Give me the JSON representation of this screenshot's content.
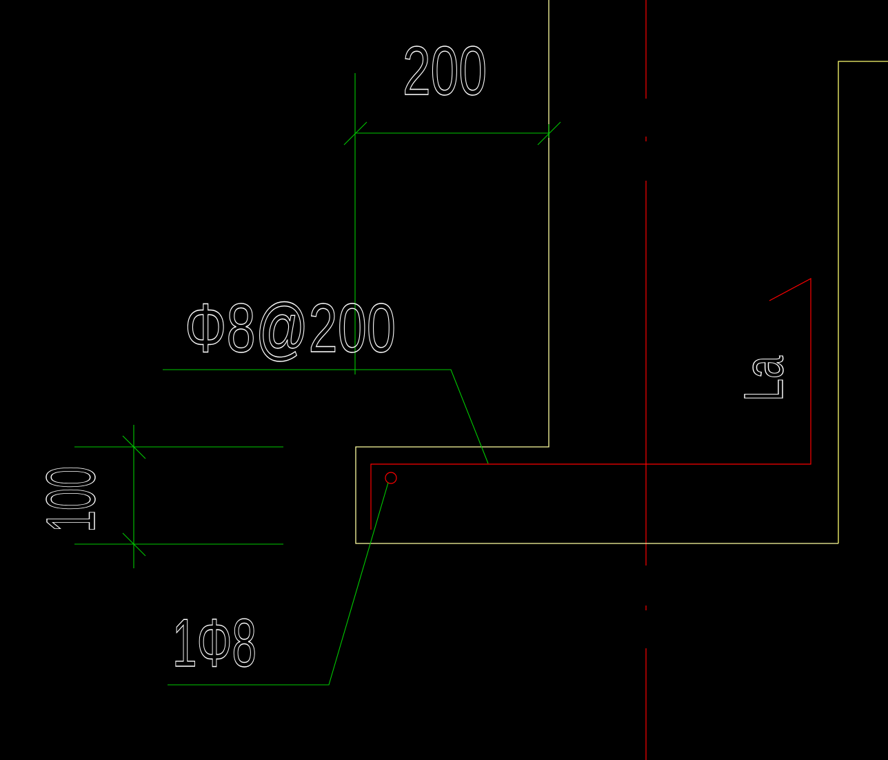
{
  "drawing": {
    "dim_top": "200",
    "dim_left": "100",
    "rebar_spacing_label": "Φ8@200",
    "rebar_single_label": "1Φ8",
    "anchorage_label": "La"
  },
  "colors": {
    "background": "#000000",
    "outline": "#ffff80",
    "dimension": "#00cc00",
    "rebar": "#ff0000",
    "centerline": "#ff0000",
    "text": "#ffffff"
  }
}
